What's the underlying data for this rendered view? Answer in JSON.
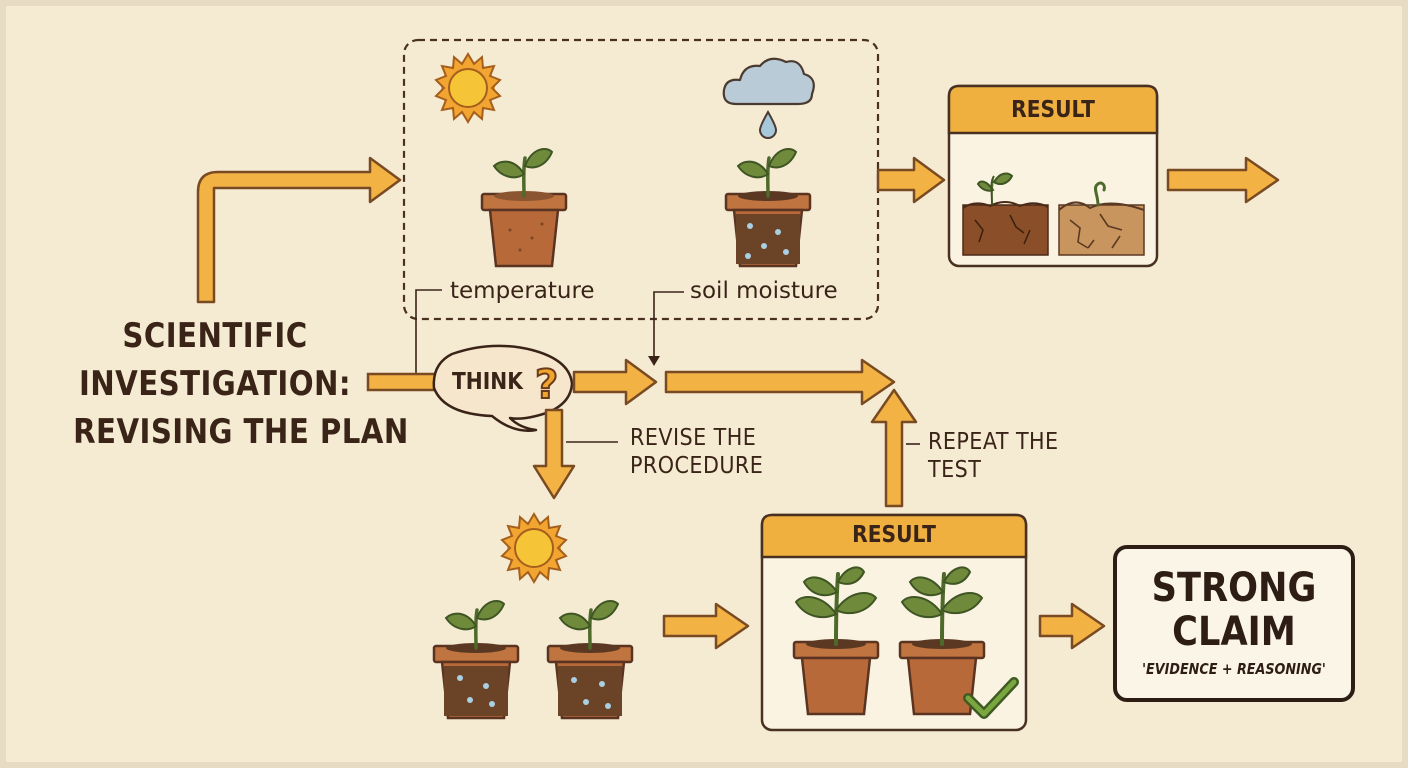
{
  "title": {
    "line1": "SCIENTIFIC",
    "line2": "INVESTIGATION:",
    "line3": "REVISING THE PLAN"
  },
  "variables": {
    "temperature_label": "temperature",
    "soil_moisture_label": "soil moisture"
  },
  "think_label": "THINK",
  "revise": {
    "line1": "REVISE THE",
    "line2": "PROCEDURE"
  },
  "repeat": {
    "line1": "REPEAT THE",
    "line2": "TEST"
  },
  "result_top": {
    "label": "RESULT"
  },
  "result_bottom": {
    "label": "RESULT"
  },
  "claim": {
    "line1": "STRONG",
    "line2": "CLAIM",
    "subtitle": "'EVIDENCE + REASONING'"
  },
  "colors": {
    "background": "#e7dcc3",
    "arrow": "#f2b344",
    "arrow_outline": "#7a4a22",
    "text": "#3a2418",
    "pot": "#b8693a",
    "leaf": "#6e8a3a",
    "banner": "#f0b040",
    "check": "#6e9a3a"
  },
  "icons": [
    "sun-icon",
    "rain-cloud-icon",
    "plant-pot-icon",
    "cracked-soil-icon",
    "checkmark-icon",
    "thought-bubble-icon",
    "question-mark-icon"
  ]
}
